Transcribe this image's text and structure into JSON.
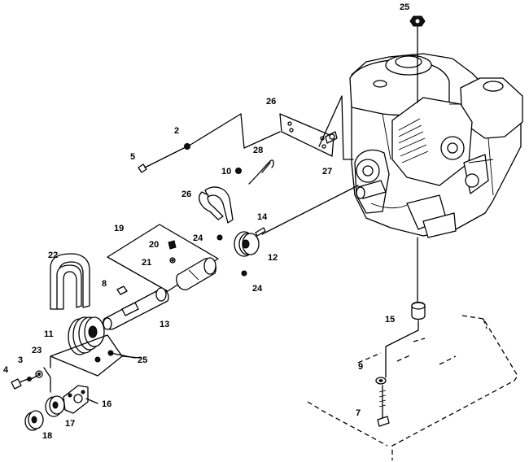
{
  "callouts": [
    {
      "id": "c25top",
      "text": "25"
    },
    {
      "id": "c26a",
      "text": "26"
    },
    {
      "id": "c2",
      "text": "2"
    },
    {
      "id": "c5",
      "text": "5"
    },
    {
      "id": "c28",
      "text": "28"
    },
    {
      "id": "c10",
      "text": "10"
    },
    {
      "id": "c27",
      "text": "27"
    },
    {
      "id": "c26b",
      "text": "26"
    },
    {
      "id": "c19",
      "text": "19"
    },
    {
      "id": "c14",
      "text": "14"
    },
    {
      "id": "c24a",
      "text": "24"
    },
    {
      "id": "c20",
      "text": "20"
    },
    {
      "id": "c12",
      "text": "12"
    },
    {
      "id": "c21",
      "text": "21"
    },
    {
      "id": "c22",
      "text": "22"
    },
    {
      "id": "c24b",
      "text": "24"
    },
    {
      "id": "c8",
      "text": "8"
    },
    {
      "id": "c13",
      "text": "13"
    },
    {
      "id": "c15",
      "text": "15"
    },
    {
      "id": "c11",
      "text": "11"
    },
    {
      "id": "c25b",
      "text": "25"
    },
    {
      "id": "c3",
      "text": "3"
    },
    {
      "id": "c23",
      "text": "23"
    },
    {
      "id": "c4",
      "text": "4"
    },
    {
      "id": "c9",
      "text": "9"
    },
    {
      "id": "c16",
      "text": "16"
    },
    {
      "id": "c7",
      "text": "7"
    },
    {
      "id": "c17",
      "text": "17"
    },
    {
      "id": "c18",
      "text": "18"
    }
  ]
}
